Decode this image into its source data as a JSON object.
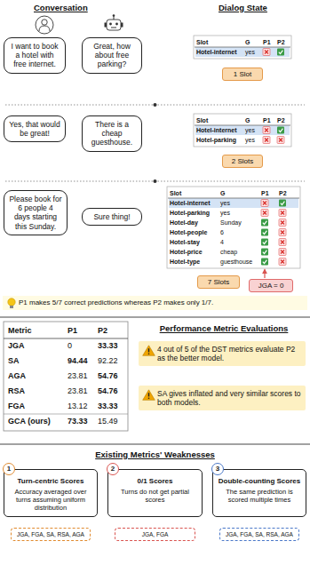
{
  "diagram": {
    "nodes": [
      {
        "text": [
          "I want to book a hotel with free internet."
        ]
      },
      {
        "text": [
          "Great, how about free parking?"
        ]
      },
      {
        "text": [
          "1 Slot"
        ]
      },
      {
        "text": [
          "Yes, that would be great!"
        ]
      },
      {
        "text": [
          "There is a cheap guesthouse."
        ]
      },
      {
        "text": [
          "2 Slots"
        ]
      },
      {
        "text": [
          "Please book for 6 people 4 days starting this Sunday."
        ]
      },
      {
        "text": [
          "Sure thing!"
        ]
      },
      {
        "text": [
          "7 Slots"
        ]
      },
      {
        "text": [
          "JGA = 0"
        ]
      },
      {
        "text": [
          "P1 makes 5/7 correct predictions whereas P2 makes only 1/7."
        ]
      },
      {
        "text": [
          "4 out of 5 of the DST metrics evaluate P2 as the better model."
        ]
      },
      {
        "text": [
          "SA gives inflated and very similar scores to both models."
        ]
      },
      {
        "text": [
          "Turn-centric Scores",
          "Accuracy averaged over turns assuming uniform distribution"
        ]
      },
      {
        "text": [
          "JGA, FGA, SA, RSA, AGA"
        ]
      },
      {
        "text": [
          "0/1 Scores",
          "Turns do not get partial scores"
        ]
      },
      {
        "text": [
          "JGA, FGA"
        ]
      },
      {
        "text": [
          "Double-counting Scores",
          "The same prediction is scored multiple times"
        ]
      },
      {
        "text": [
          "JGA, FGA, SA, RSA, AGA"
        ]
      }
    ],
    "labels": [
      "Conversation",
      "Dialog State",
      "Slot",
      "G",
      "P1",
      "P2",
      "Hotel-internet",
      "yes",
      "Slot",
      "G",
      "P1",
      "P2",
      "Hotel-internet",
      "yes",
      "Hotel-parking",
      "yes",
      "Slot",
      "G",
      "P1",
      "P2",
      "Hotel-internet",
      "yes",
      "Hotel-parking",
      "yes",
      "Hotel-day",
      "Sunday",
      "Hotel-people",
      "6",
      "Hotel-stay",
      "4",
      "Hotel-price",
      "cheap",
      "Hotel-type",
      "guesthouse",
      "Metric",
      "P1",
      "P2",
      "JGA",
      "0",
      "33.33",
      "SA",
      "94.44",
      "92.22",
      "AGA",
      "23.81",
      "54.76",
      "RSA",
      "23.81",
      "54.76",
      "FGA",
      "13.12",
      "33.33",
      "GCA (ours)",
      "73.33",
      "15.49",
      "Performance Metric Evaluations",
      "Existing Metrics' Weaknesses",
      "1",
      "2",
      "3"
    ]
  }
}
